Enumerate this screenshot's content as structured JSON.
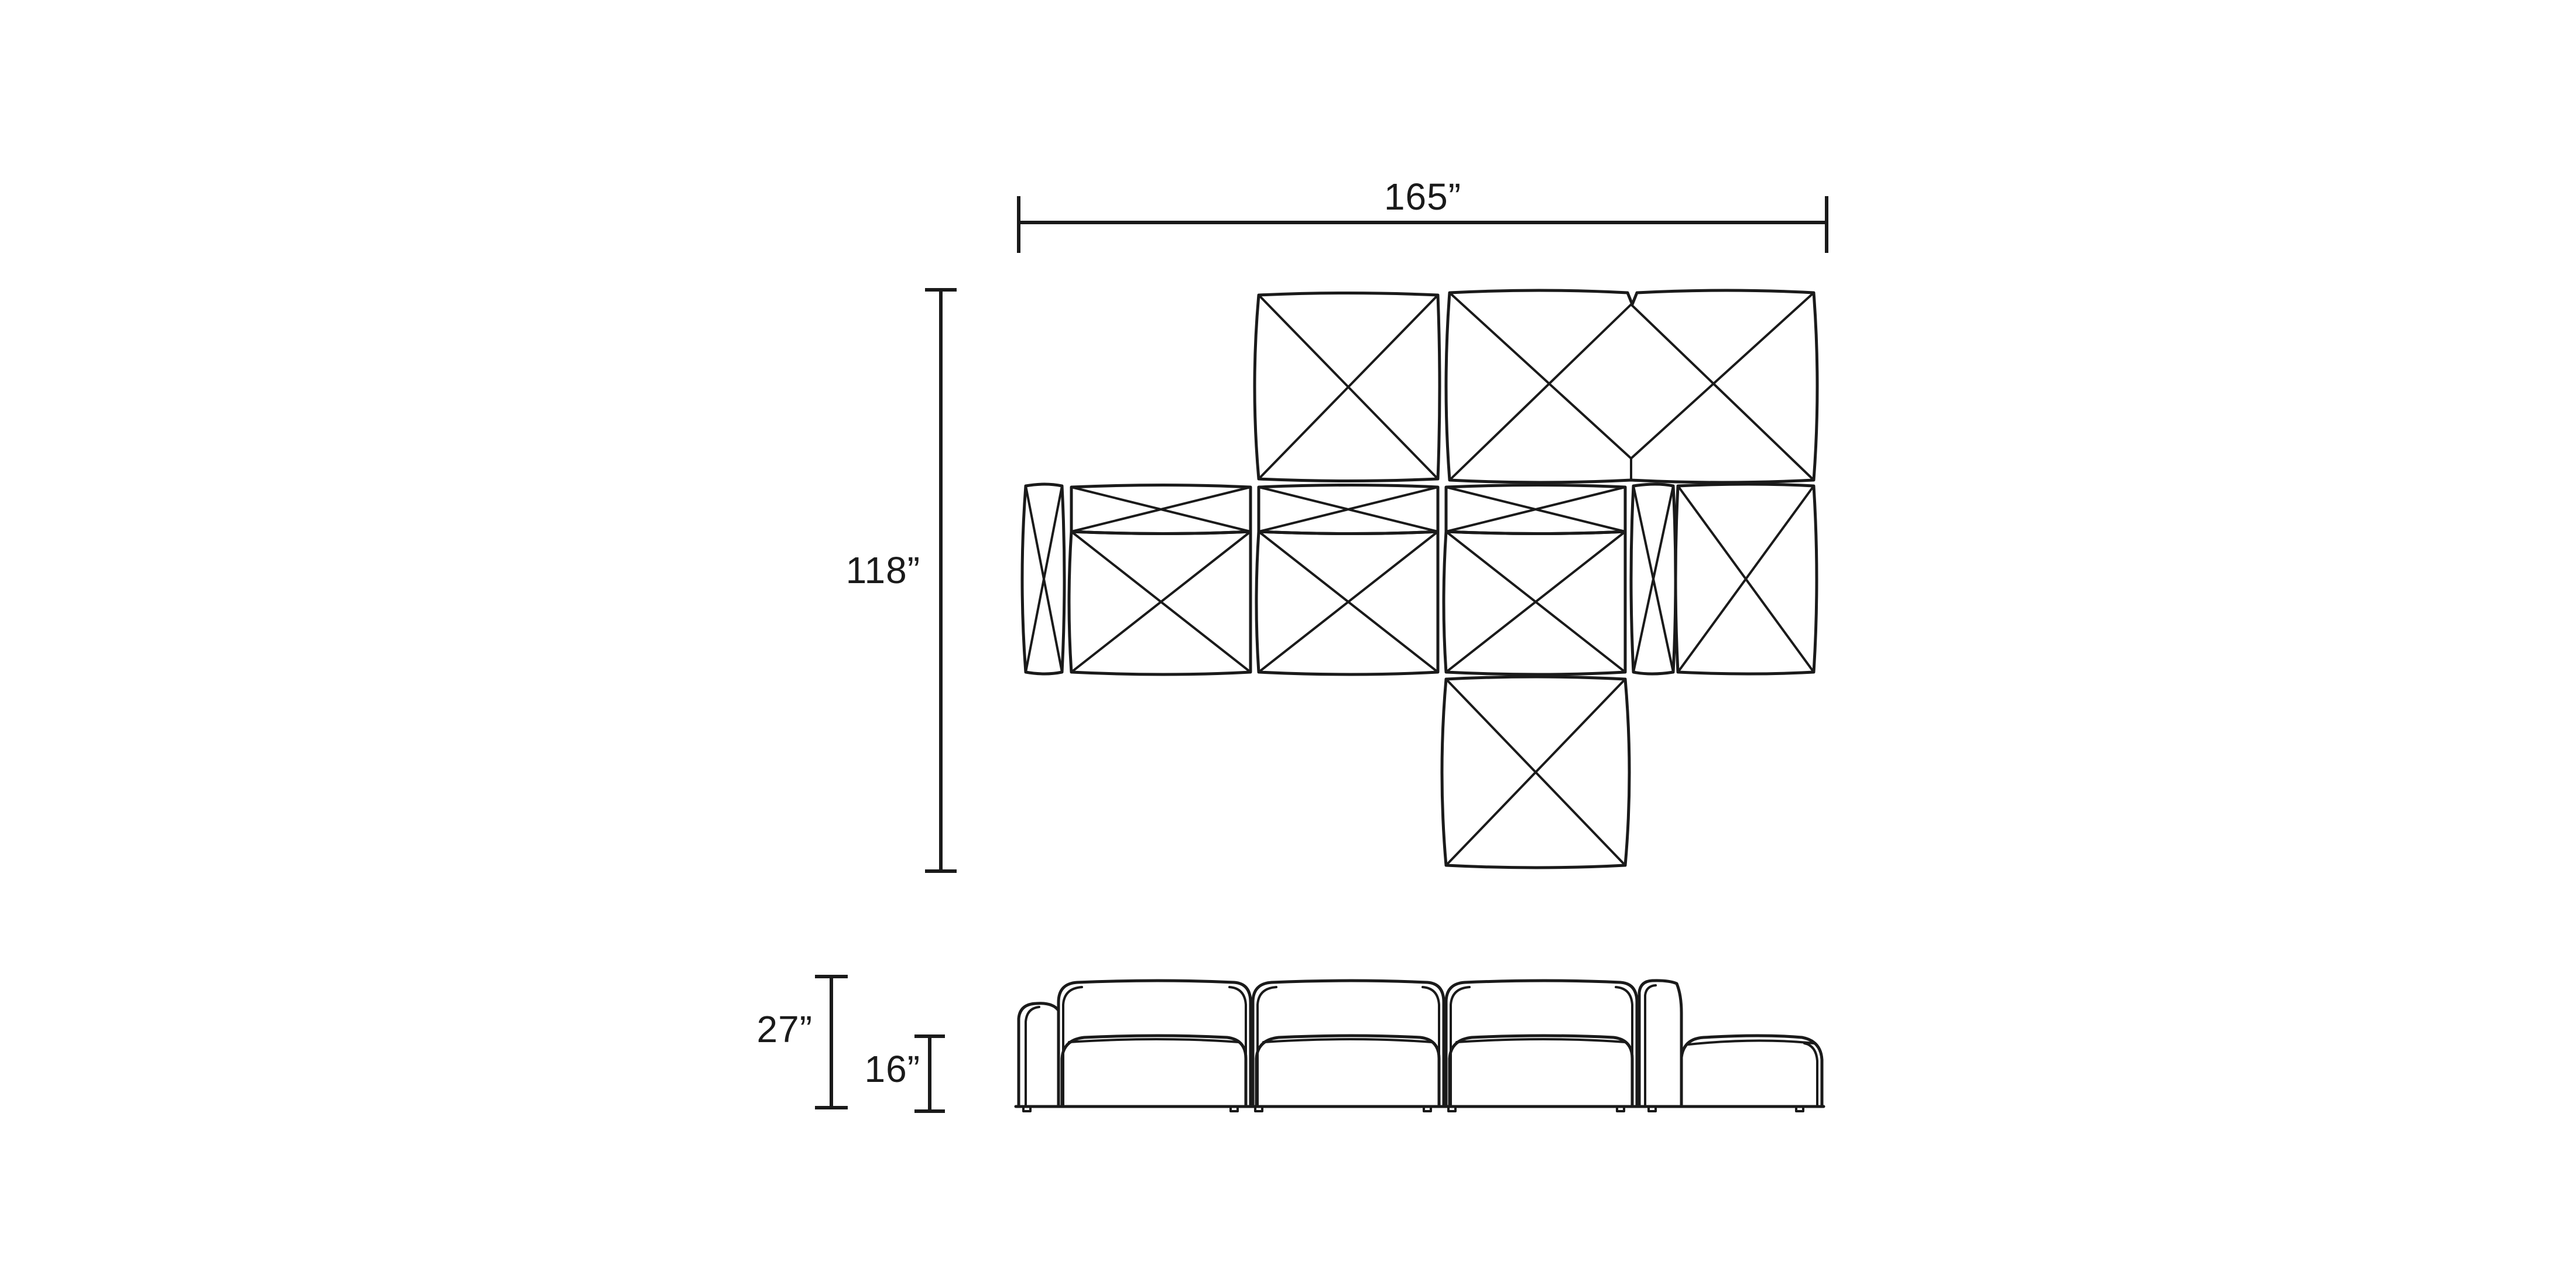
{
  "dimensions": {
    "width": "165”",
    "depth": "118”",
    "height": "27”",
    "seat_height": "16”"
  },
  "colors": {
    "line": "#1a1a1a",
    "background": "#ffffff"
  }
}
